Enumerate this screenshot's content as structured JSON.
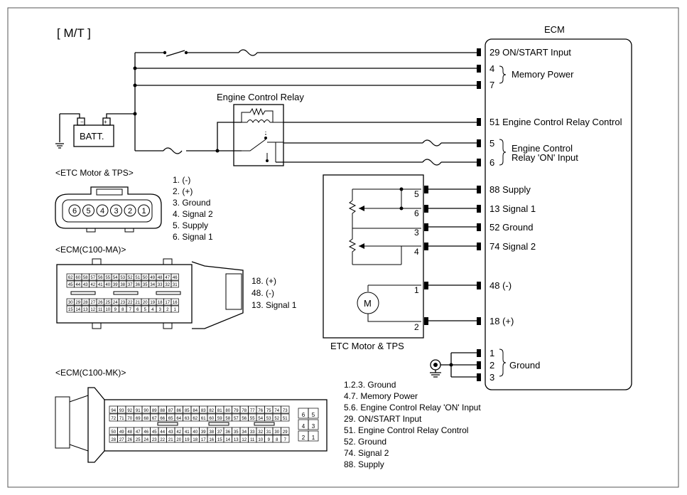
{
  "mode_label": "[ M/T ]",
  "ecm_label": "ECM",
  "batt_label": "BATT.",
  "relay_label": "Engine Control Relay",
  "ecm_pins": [
    {
      "num": "29",
      "label": "ON/START Input"
    },
    {
      "num": "4",
      "label": ""
    },
    {
      "num": "7",
      "label": ""
    },
    {
      "num": "51",
      "label": "Engine Control Relay Control"
    },
    {
      "num": "5",
      "label": ""
    },
    {
      "num": "6",
      "label": ""
    },
    {
      "num": "88",
      "label": "Supply"
    },
    {
      "num": "13",
      "label": "Signal 1"
    },
    {
      "num": "52",
      "label": "Ground"
    },
    {
      "num": "74",
      "label": "Signal 2"
    },
    {
      "num": "48",
      "label": "(-)"
    },
    {
      "num": "18",
      "label": "(+)"
    },
    {
      "num": "1",
      "label": ""
    },
    {
      "num": "2",
      "label": ""
    },
    {
      "num": "3",
      "label": ""
    }
  ],
  "memory_power_label": "Memory Power",
  "relay_on_label_1": "Engine Control",
  "relay_on_label_2": "Relay 'ON' Input",
  "ground_label": "Ground",
  "etc_box_label": "ETC Motor & TPS",
  "etc_pins": [
    "5",
    "6",
    "3",
    "4",
    "1",
    "2"
  ],
  "motor_label": "M",
  "etc_conn_title": "<ETC Motor & TPS>",
  "etc_conn_cells": [
    "6",
    "5",
    "4",
    "3",
    "2",
    "1"
  ],
  "etc_conn_legend": [
    "1. (-)",
    "2. (+)",
    "3. Ground",
    "4. Signal 2",
    "5. Supply",
    "6. Signal 1"
  ],
  "ma_title": "<ECM(C100-MA)>",
  "ma_rows": [
    [
      "62",
      "60",
      "58",
      "57",
      "56",
      "55",
      "54",
      "53",
      "52",
      "51",
      "50",
      "49",
      "48",
      "47",
      "46"
    ],
    [
      "45",
      "44",
      "43",
      "42",
      "41",
      "40",
      "39",
      "38",
      "37",
      "36",
      "35",
      "34",
      "33",
      "32",
      "31"
    ],
    [
      "30",
      "29",
      "28",
      "27",
      "26",
      "25",
      "24",
      "23",
      "22",
      "21",
      "20",
      "19",
      "18",
      "17",
      "16"
    ],
    [
      "15",
      "14",
      "13",
      "12",
      "11",
      "10",
      "9",
      "8",
      "7",
      "6",
      "5",
      "4",
      "3",
      "2",
      "1"
    ]
  ],
  "ma_legend": [
    "18. (+)",
    "48. (-)",
    "13. Signal 1"
  ],
  "mk_title": "<ECM(C100-MK)>",
  "mk_rows": [
    [
      "94",
      "93",
      "92",
      "91",
      "90",
      "89",
      "88",
      "87",
      "86",
      "85",
      "84",
      "83",
      "82",
      "81",
      "80",
      "79",
      "78",
      "77",
      "76",
      "75",
      "74",
      "73"
    ],
    [
      "72",
      "71",
      "70",
      "69",
      "68",
      "67",
      "66",
      "65",
      "64",
      "63",
      "62",
      "61",
      "60",
      "59",
      "58",
      "57",
      "56",
      "55",
      "54",
      "53",
      "52",
      "51"
    ],
    [
      "50",
      "49",
      "48",
      "47",
      "46",
      "45",
      "44",
      "43",
      "42",
      "41",
      "40",
      "39",
      "38",
      "37",
      "36",
      "35",
      "34",
      "33",
      "32",
      "31",
      "30",
      "29"
    ],
    [
      "28",
      "27",
      "26",
      "25",
      "24",
      "23",
      "22",
      "21",
      "20",
      "19",
      "18",
      "17",
      "16",
      "15",
      "14",
      "13",
      "12",
      "11",
      "10",
      "9",
      "8",
      "7"
    ]
  ],
  "mk_side": [
    [
      "6",
      "5"
    ],
    [
      "4",
      "3"
    ],
    [
      "2",
      "1"
    ]
  ],
  "mk_legend": [
    "1.2.3. Ground",
    "4.7. Memory Power",
    "5.6. Engine Control Relay 'ON' Input",
    "29. ON/START Input",
    "51. Engine Control Relay Control",
    "52. Ground",
    "74. Signal 2",
    "88. Supply"
  ]
}
